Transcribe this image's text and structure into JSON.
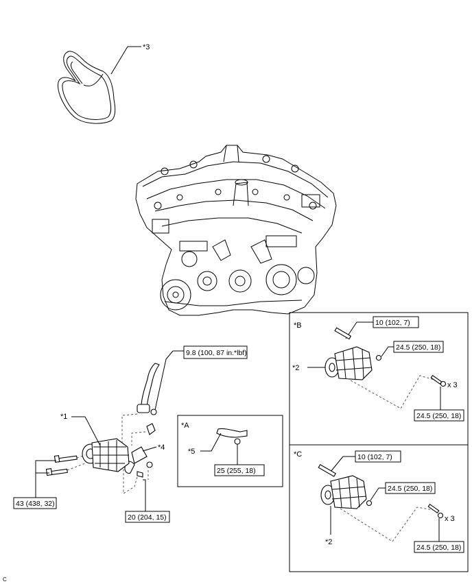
{
  "callouts": {
    "c1": "*1",
    "c2_top": "*2",
    "c2_bottom": "*2",
    "c3": "*3",
    "c4": "*4",
    "c5": "*5",
    "cA": "*A",
    "cB": "*B",
    "cC": "*C"
  },
  "torque": {
    "hose_bolt": "9.8 (100, 87 in.*lbf)",
    "alt_bolts": "43 (438, 32)",
    "bracket_bolt": "20 (204, 15)",
    "detail_a_nut": "25 (255, 18)",
    "b_stud": "10 (102, 7)",
    "b_nut": "24.5 (250, 18)",
    "b_bolts": "24.5 (250, 18)",
    "b_qty": "x 3",
    "c_stud": "10 (102, 7)",
    "c_nut": "24.5 (250, 18)",
    "c_bolts": "24.5 (250, 18)",
    "c_qty": "x 3"
  },
  "corner_mark": "C"
}
